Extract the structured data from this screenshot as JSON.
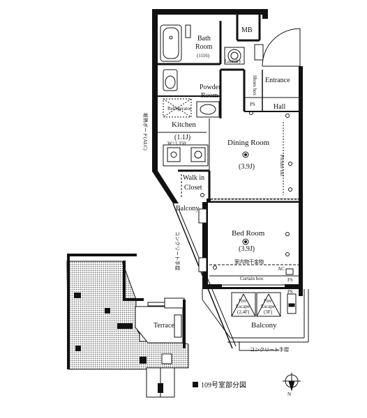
{
  "rooms": {
    "mb": "MB",
    "bath": "Bath",
    "bath_room": "Room",
    "bath_size": "(1116)",
    "laundry": "Laundry",
    "powder": "Powder",
    "powder_room": "Room",
    "shoes": "Shoes box",
    "entrance": "Entrance",
    "hall": "Hall",
    "kitchen": "Kitchen",
    "kitchen_size": "(1.1J)",
    "refrigerator": "Refrigerator",
    "dining": "Dining Room",
    "dining_size": "(3.9J)",
    "walkin": "Walk in",
    "closet": "Closet",
    "balcony_mid": "Balcony",
    "bedroom": "Bed Room",
    "bedroom_size": "(3.9J)",
    "curtain_box": "Curtain box",
    "indoor_drying": "室内物干金物",
    "terrace": "Terrace",
    "balcony_bottom": "Balcony",
    "escape1_a": "Fire",
    "escape1_b": "Escape",
    "escape1_c": "(2,4F)",
    "escape2_a": "Fire",
    "escape2_b": "Escape",
    "escape2_c": "(3F)",
    "picture_rail": "Picture rail",
    "concrete_rail_left": "コンクリート手摺",
    "concrete_rail_bottom": "コンクリート手摺",
    "wall_note": "断熱ボード(ALC)",
    "width_note": "W=1,350",
    "ps": "PS",
    "ps2": "PS",
    "fs": "FS",
    "ac": "AC",
    "legend": "109号室部分図",
    "north": "N"
  }
}
